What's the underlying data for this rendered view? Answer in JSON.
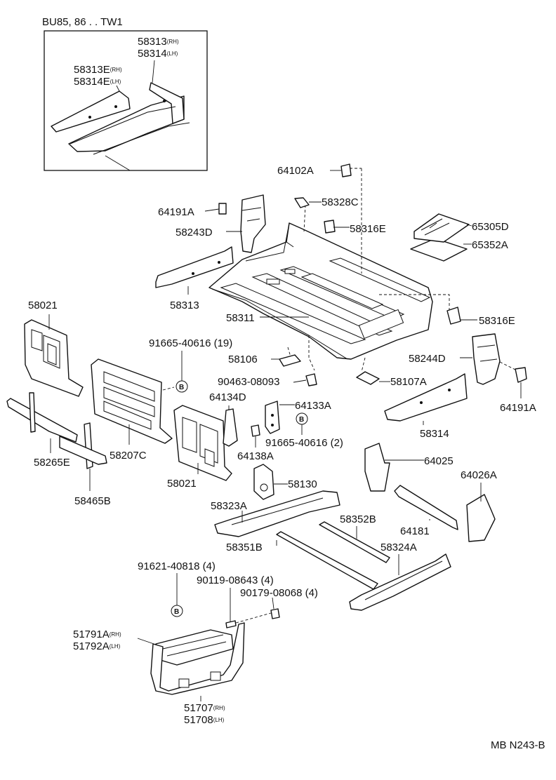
{
  "inset": {
    "title": "BU85, 86 . . TW1"
  },
  "bolt_marker": "B",
  "footer_code": "MB N243-B",
  "parts": [
    {
      "id": "p58313_inset",
      "num": "58313",
      "suffix": "(RH)"
    },
    {
      "id": "p58314_inset",
      "num": "58314",
      "suffix": "(LH)"
    },
    {
      "id": "p58313E",
      "num": "58313E",
      "suffix": "(RH)"
    },
    {
      "id": "p58314E",
      "num": "58314E",
      "suffix": "(LH)"
    },
    {
      "id": "p64102A",
      "num": "64102A"
    },
    {
      "id": "p58328C",
      "num": "58328C"
    },
    {
      "id": "p64191A_a",
      "num": "64191A"
    },
    {
      "id": "p58316E_a",
      "num": "58316E"
    },
    {
      "id": "p65305D",
      "num": "65305D"
    },
    {
      "id": "p65352A",
      "num": "65352A"
    },
    {
      "id": "p58243D",
      "num": "58243D"
    },
    {
      "id": "p58313",
      "num": "58313"
    },
    {
      "id": "p58021_a",
      "num": "58021"
    },
    {
      "id": "p58311",
      "num": "58311"
    },
    {
      "id": "p58316E_b",
      "num": "58316E"
    },
    {
      "id": "p91665_40616_19",
      "num": "91665-40616 (19)"
    },
    {
      "id": "p58244D",
      "num": "58244D"
    },
    {
      "id": "p58106",
      "num": "58106"
    },
    {
      "id": "p90463_08093",
      "num": "90463-08093"
    },
    {
      "id": "p58107A",
      "num": "58107A"
    },
    {
      "id": "p64191A_b",
      "num": "64191A"
    },
    {
      "id": "p64134D",
      "num": "64134D"
    },
    {
      "id": "p64133A",
      "num": "64133A"
    },
    {
      "id": "p58314",
      "num": "58314"
    },
    {
      "id": "p91665_40616_2",
      "num": "91665-40616 (2)"
    },
    {
      "id": "p58207C",
      "num": "58207C"
    },
    {
      "id": "p64138A",
      "num": "64138A"
    },
    {
      "id": "p58265E",
      "num": "58265E"
    },
    {
      "id": "p64025",
      "num": "64025"
    },
    {
      "id": "p64026A",
      "num": "64026A"
    },
    {
      "id": "p58021_b",
      "num": "58021"
    },
    {
      "id": "p58130",
      "num": "58130"
    },
    {
      "id": "p58465B",
      "num": "58465B"
    },
    {
      "id": "p58323A",
      "num": "58323A"
    },
    {
      "id": "p58352B",
      "num": "58352B"
    },
    {
      "id": "p64181",
      "num": "64181"
    },
    {
      "id": "p58351B",
      "num": "58351B"
    },
    {
      "id": "p58324A",
      "num": "58324A"
    },
    {
      "id": "p91621_40818",
      "num": "91621-40818 (4)"
    },
    {
      "id": "p90119_08643",
      "num": "90119-08643 (4)"
    },
    {
      "id": "p90179_08068",
      "num": "90179-08068 (4)"
    },
    {
      "id": "p51791A",
      "num": "51791A",
      "suffix": "(RH)"
    },
    {
      "id": "p51792A",
      "num": "51792A",
      "suffix": "(LH)"
    },
    {
      "id": "p51707",
      "num": "51707",
      "suffix": "(RH)"
    },
    {
      "id": "p51708",
      "num": "51708",
      "suffix": "(LH)"
    }
  ]
}
